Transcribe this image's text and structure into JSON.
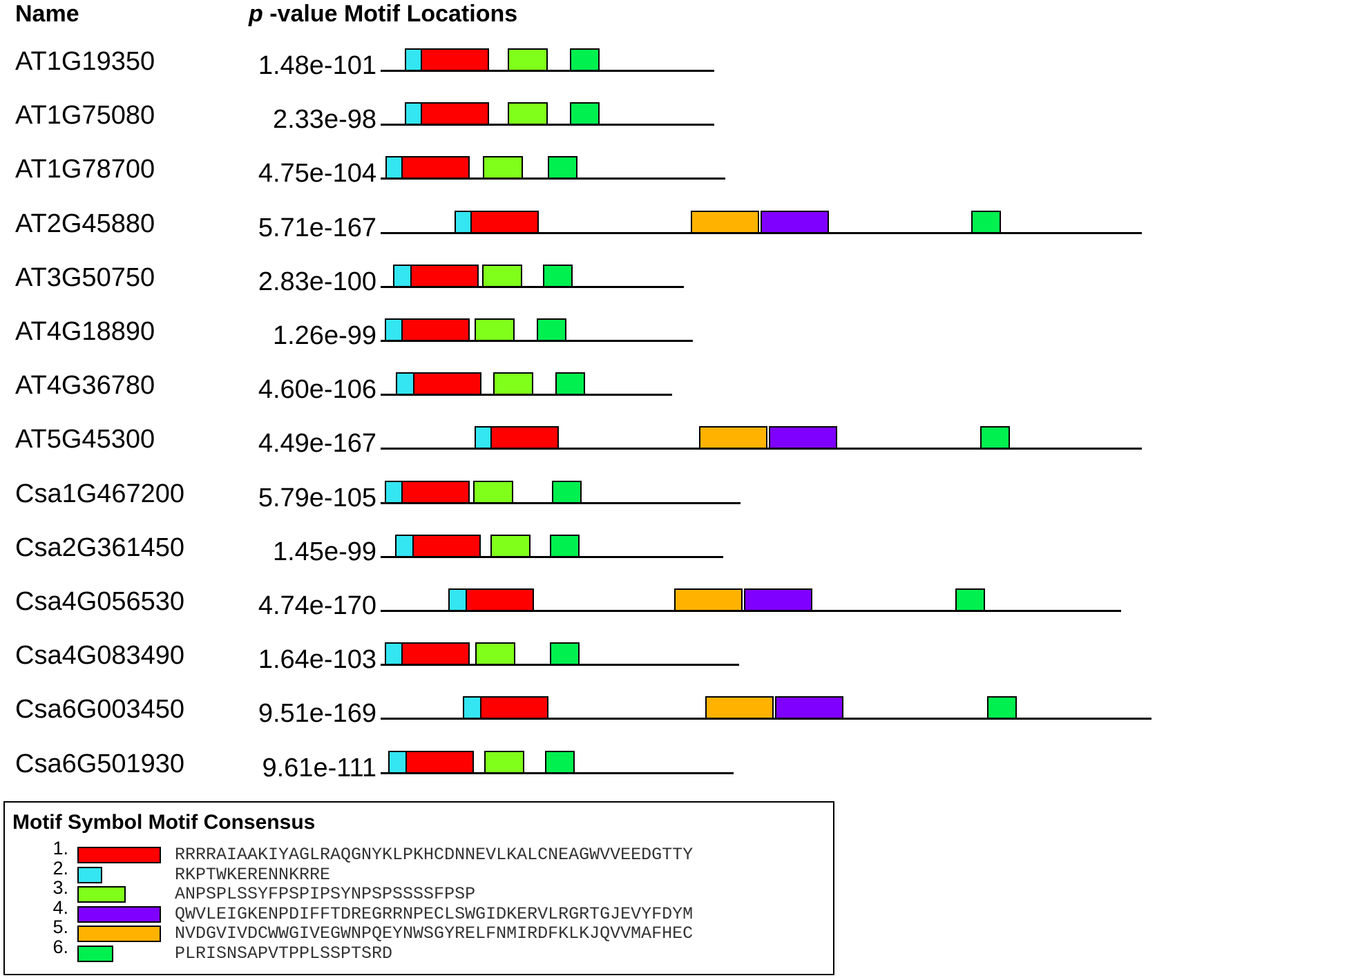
{
  "header": {
    "name_label": "Name",
    "pvalue_italic": "p",
    "pvalue_rest": " -value",
    "locations_label": " Motif Locations"
  },
  "colors": {
    "motif_1": "#ff0000",
    "motif_2": "#33e6f2",
    "motif_3": "#80ff1a",
    "motif_4": "#8000ff",
    "motif_5": "#ffb300",
    "motif_6": "#00f050"
  },
  "rows": [
    {
      "name": "AT1G19350",
      "pvalue": "1.48e-101",
      "length": 0.349,
      "motifs": [
        {
          "id": 2,
          "start": 0.025
        },
        {
          "id": 1,
          "start": 0.042
        },
        {
          "id": 3,
          "start": 0.133
        },
        {
          "id": 6,
          "start": 0.198
        }
      ]
    },
    {
      "name": "AT1G75080",
      "pvalue": "2.33e-98",
      "length": 0.349,
      "motifs": [
        {
          "id": 2,
          "start": 0.025
        },
        {
          "id": 1,
          "start": 0.042
        },
        {
          "id": 3,
          "start": 0.133
        },
        {
          "id": 6,
          "start": 0.198
        }
      ]
    },
    {
      "name": "AT1G78700",
      "pvalue": "4.75e-104",
      "length": 0.36,
      "motifs": [
        {
          "id": 2,
          "start": 0.005
        },
        {
          "id": 1,
          "start": 0.022
        },
        {
          "id": 3,
          "start": 0.107
        },
        {
          "id": 6,
          "start": 0.175
        }
      ]
    },
    {
      "name": "AT2G45880",
      "pvalue": "5.71e-167",
      "length": 0.796,
      "motifs": [
        {
          "id": 2,
          "start": 0.077
        },
        {
          "id": 1,
          "start": 0.094
        },
        {
          "id": 5,
          "start": 0.324
        },
        {
          "id": 4,
          "start": 0.397
        },
        {
          "id": 6,
          "start": 0.617
        }
      ]
    },
    {
      "name": "AT3G50750",
      "pvalue": "2.83e-100",
      "length": 0.317,
      "motifs": [
        {
          "id": 2,
          "start": 0.013
        },
        {
          "id": 1,
          "start": 0.031
        },
        {
          "id": 3,
          "start": 0.106
        },
        {
          "id": 6,
          "start": 0.17
        }
      ]
    },
    {
      "name": "AT4G18890",
      "pvalue": "1.26e-99",
      "length": 0.326,
      "motifs": [
        {
          "id": 2,
          "start": 0.004
        },
        {
          "id": 1,
          "start": 0.022
        },
        {
          "id": 3,
          "start": 0.098
        },
        {
          "id": 6,
          "start": 0.163
        }
      ]
    },
    {
      "name": "AT4G36780",
      "pvalue": "4.60e-106",
      "length": 0.305,
      "motifs": [
        {
          "id": 2,
          "start": 0.016
        },
        {
          "id": 1,
          "start": 0.034
        },
        {
          "id": 3,
          "start": 0.118
        },
        {
          "id": 6,
          "start": 0.183
        }
      ]
    },
    {
      "name": "AT5G45300",
      "pvalue": "4.49e-167",
      "length": 0.796,
      "motifs": [
        {
          "id": 2,
          "start": 0.098
        },
        {
          "id": 1,
          "start": 0.115
        },
        {
          "id": 5,
          "start": 0.333
        },
        {
          "id": 4,
          "start": 0.406
        },
        {
          "id": 6,
          "start": 0.627
        }
      ]
    },
    {
      "name": "Csa1G467200",
      "pvalue": "5.79e-105",
      "length": 0.376,
      "motifs": [
        {
          "id": 2,
          "start": 0.004
        },
        {
          "id": 1,
          "start": 0.022
        },
        {
          "id": 3,
          "start": 0.097
        },
        {
          "id": 6,
          "start": 0.179
        }
      ]
    },
    {
      "name": "Csa2G361450",
      "pvalue": "1.45e-99",
      "length": 0.358,
      "motifs": [
        {
          "id": 2,
          "start": 0.015
        },
        {
          "id": 1,
          "start": 0.033
        },
        {
          "id": 3,
          "start": 0.115
        },
        {
          "id": 6,
          "start": 0.177
        }
      ]
    },
    {
      "name": "Csa4G056530",
      "pvalue": "4.74e-170",
      "length": 0.774,
      "motifs": [
        {
          "id": 2,
          "start": 0.071
        },
        {
          "id": 1,
          "start": 0.089
        },
        {
          "id": 5,
          "start": 0.307
        },
        {
          "id": 4,
          "start": 0.38
        },
        {
          "id": 6,
          "start": 0.601
        }
      ]
    },
    {
      "name": "Csa4G083490",
      "pvalue": "1.64e-103",
      "length": 0.375,
      "motifs": [
        {
          "id": 2,
          "start": 0.004
        },
        {
          "id": 1,
          "start": 0.022
        },
        {
          "id": 3,
          "start": 0.099
        },
        {
          "id": 6,
          "start": 0.177
        }
      ]
    },
    {
      "name": "Csa6G003450",
      "pvalue": "9.51e-169",
      "length": 0.806,
      "motifs": [
        {
          "id": 2,
          "start": 0.086
        },
        {
          "id": 1,
          "start": 0.104
        },
        {
          "id": 5,
          "start": 0.339
        },
        {
          "id": 4,
          "start": 0.412
        },
        {
          "id": 6,
          "start": 0.634
        }
      ]
    },
    {
      "name": "Csa6G501930",
      "pvalue": "9.61e-111",
      "length": 0.369,
      "motifs": [
        {
          "id": 2,
          "start": 0.008
        },
        {
          "id": 1,
          "start": 0.026
        },
        {
          "id": 3,
          "start": 0.108
        },
        {
          "id": 6,
          "start": 0.172
        }
      ]
    }
  ],
  "legend": {
    "title": "Motif Symbol Motif Consensus",
    "items": [
      {
        "number": "1.",
        "id": 1,
        "consensus": "RRRRAIAAKIYAGLRAQGNYKLPKHCDNNEVLKALCNEAGWVVEEDGTTY"
      },
      {
        "number": "2.",
        "id": 2,
        "consensus": "RKPTWKERENNKRRE"
      },
      {
        "number": "3.",
        "id": 3,
        "consensus": "ANPSPLSSYFPSPIPSYNPSPSSSSFPSP"
      },
      {
        "number": "4.",
        "id": 4,
        "consensus": "QWVLEIGKENPDIFFTDREGRRNPECLSWGIDKERVLRGRTGJEVYFDYM"
      },
      {
        "number": "5.",
        "id": 5,
        "consensus": "NVDGVIVDCWWGIVEGWNPQEYNWSGYRELFNMIRDFKLKJQVVMAFHEC"
      },
      {
        "number": "6.",
        "id": 6,
        "consensus": "PLRISNSAPVTPPLSSPTSRD"
      }
    ]
  }
}
